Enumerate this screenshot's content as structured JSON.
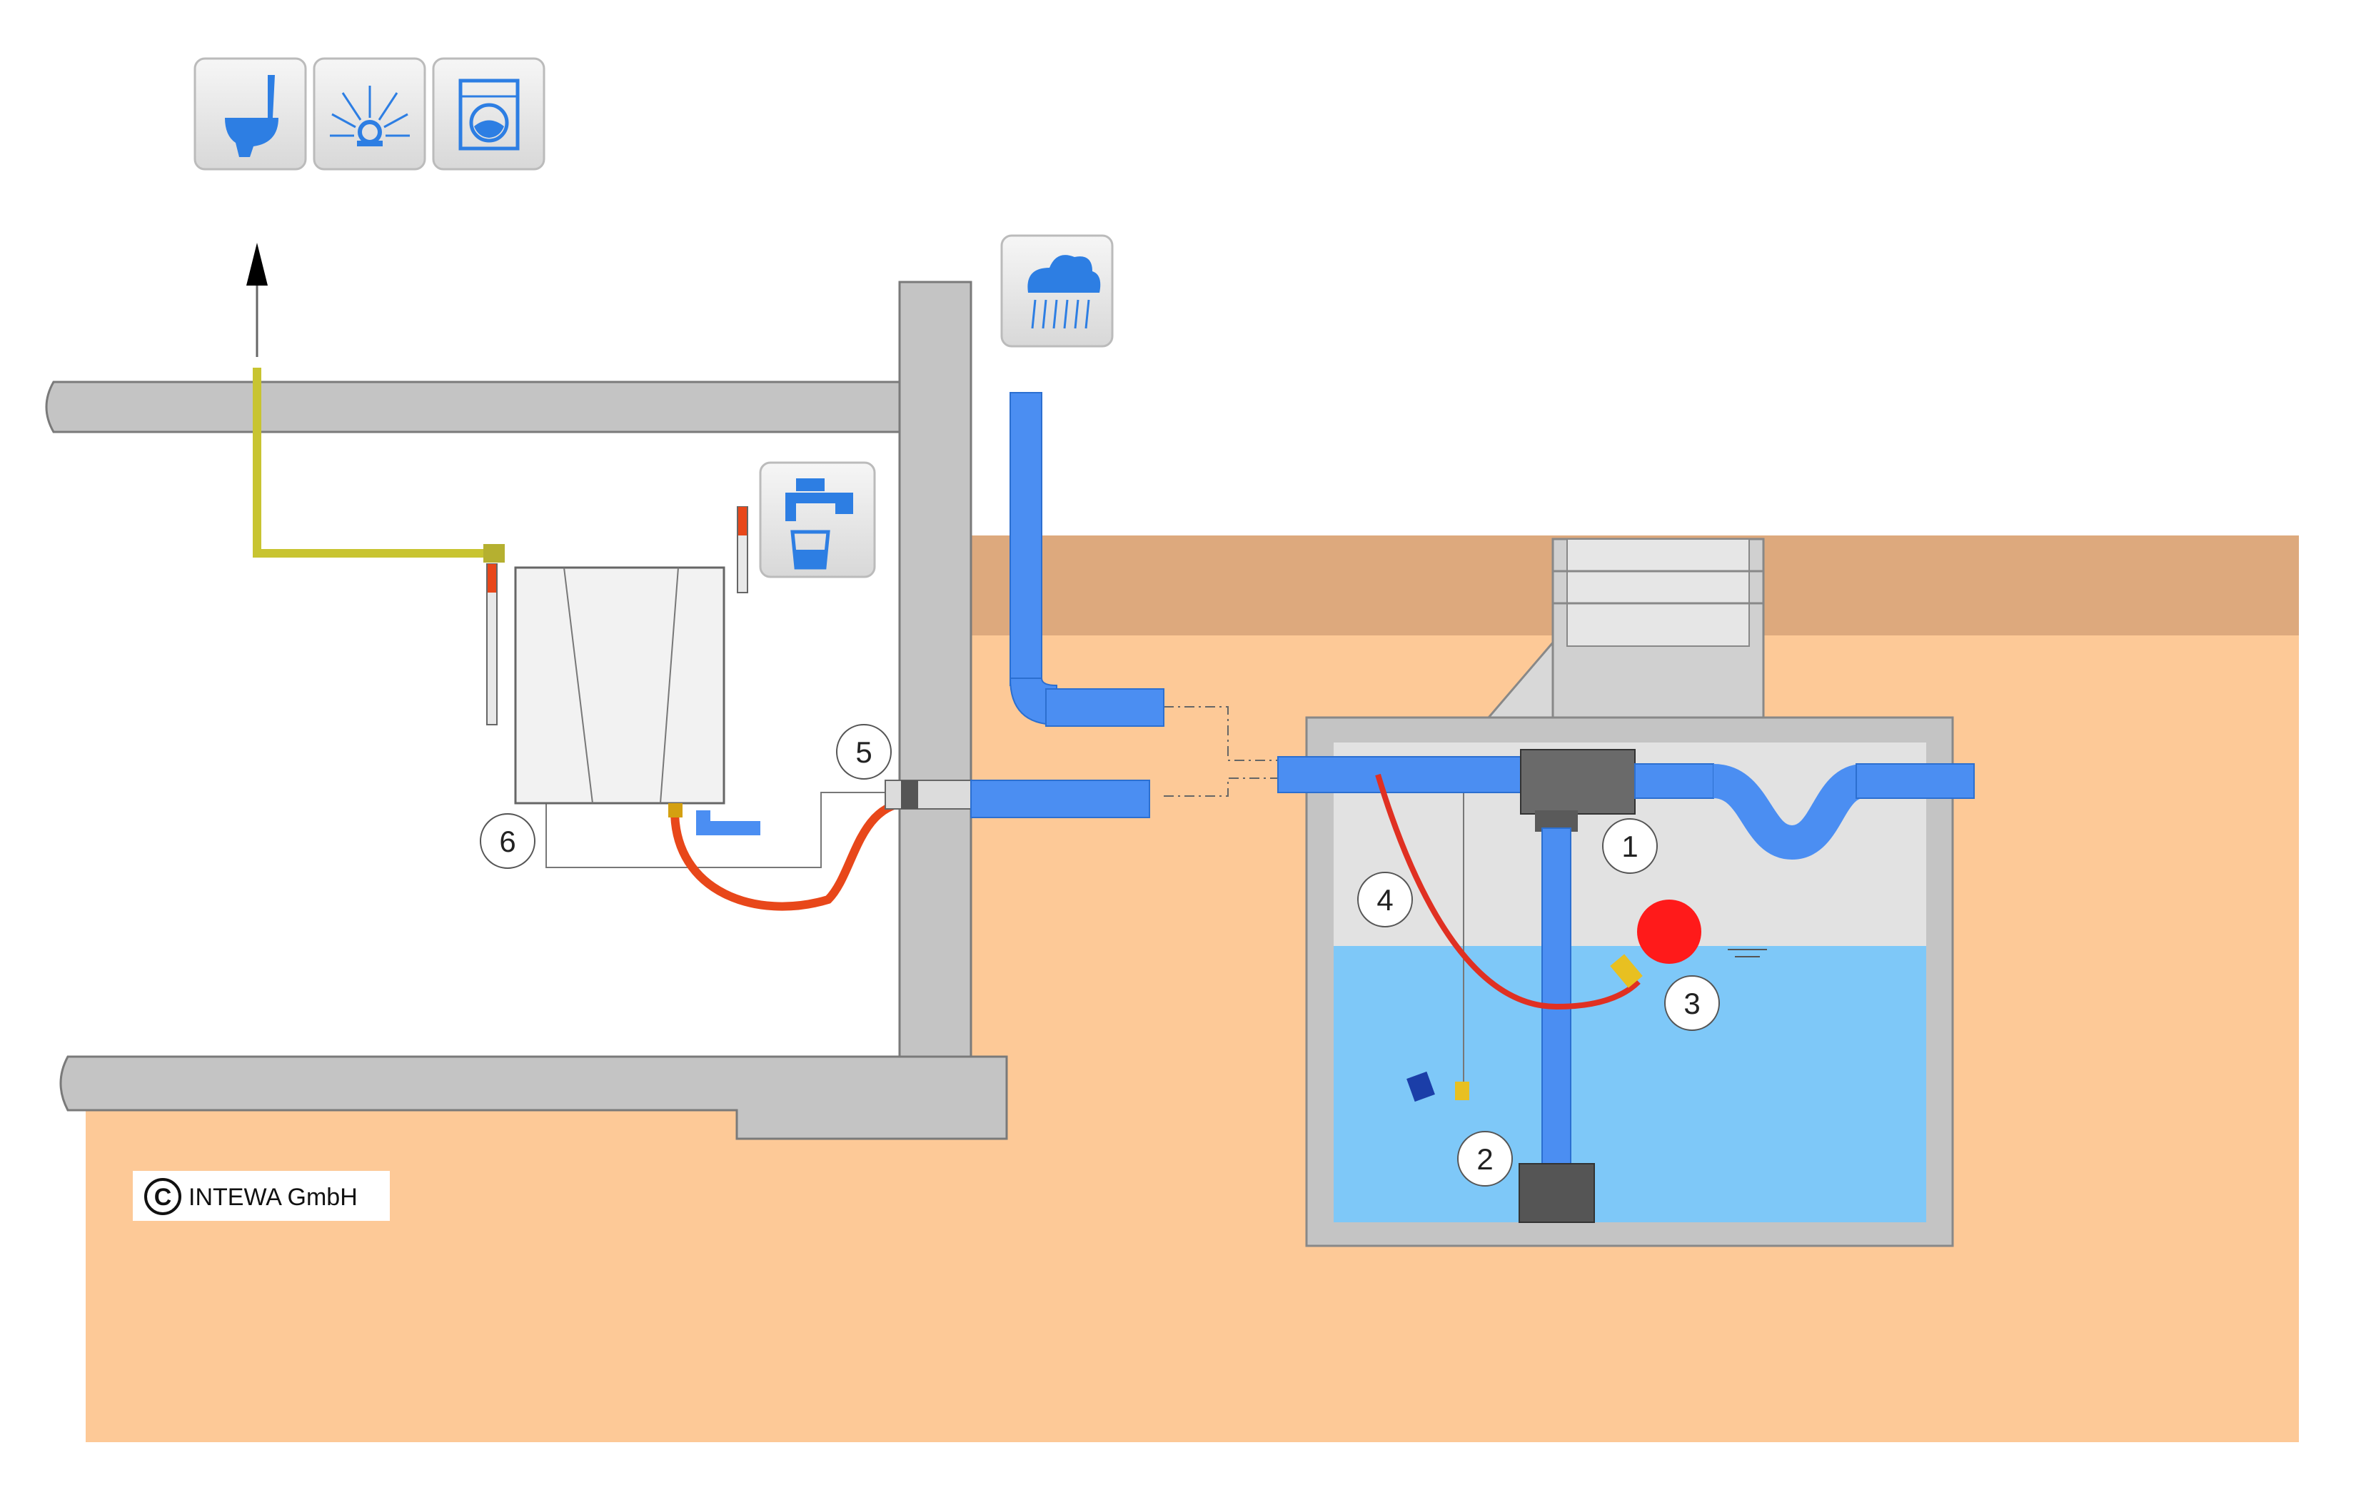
{
  "diagram": {
    "callouts": [
      {
        "id": "filter",
        "label": "1"
      },
      {
        "id": "suction-filter",
        "label": "2"
      },
      {
        "id": "float",
        "label": "3"
      },
      {
        "id": "suction-hose",
        "label": "4"
      },
      {
        "id": "wall-feedthrough",
        "label": "5"
      },
      {
        "id": "control-unit",
        "label": "6"
      }
    ],
    "copyright": {
      "symbol": "C",
      "text": "INTEWA GmbH"
    },
    "icons": [
      {
        "name": "toilet-icon"
      },
      {
        "name": "garden-sprinkler-icon"
      },
      {
        "name": "washing-machine-icon"
      },
      {
        "name": "rain-cloud-icon"
      },
      {
        "name": "tap-water-icon"
      }
    ],
    "colors": {
      "soil": "#fdc997",
      "topsoil": "#dda97d",
      "concrete": "#c0c0c0",
      "water": "#7ec8f8",
      "pipe": "#4b8ef2",
      "feed-line": "#c8c431",
      "hose": "#e8471a",
      "float": "#ff1a1a"
    }
  }
}
